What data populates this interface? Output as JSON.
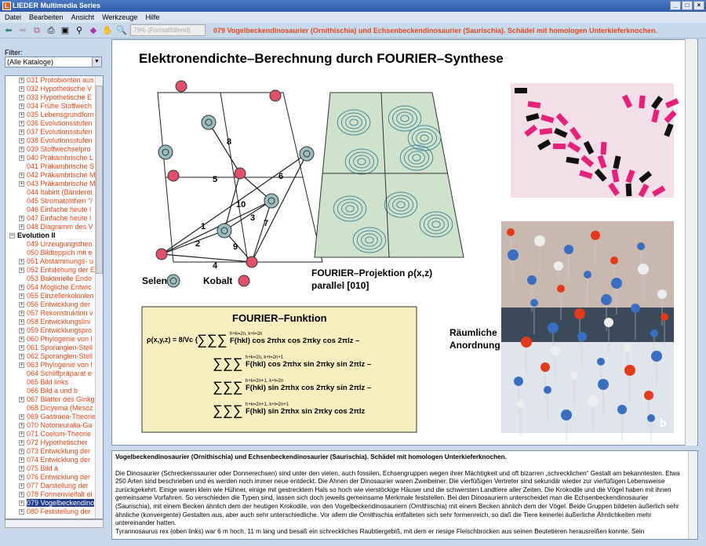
{
  "window": {
    "title": "LIEDER Multimedia Series",
    "app_icon": "L",
    "controls": [
      "_",
      "□",
      "×"
    ]
  },
  "menu": [
    "Datei",
    "Bearbeiten",
    "Ansicht",
    "Werkzeuge",
    "Hilfe"
  ],
  "toolbar": {
    "zoom_value": "79% (Formatfüllend)",
    "headline": "079 Vogelbeckendinosaurier (Ornithischia) und Echsenbeckendinosaurier (Saurischia). Schädel mit homologen Unterkieferknochen."
  },
  "sidebar": {
    "filter_label": "Filter:",
    "filter_value": "(Alle Kataloge)",
    "items": [
      {
        "t": "031 Protobionten aus",
        "e": true
      },
      {
        "t": "032 Hypothetische V",
        "e": true
      },
      {
        "t": "033 Hypothetische E",
        "e": true
      },
      {
        "t": "034 Frühe Stoffwech",
        "e": true
      },
      {
        "t": "035 Lebensgrundforn",
        "e": true
      },
      {
        "t": "036 Evolutionsstufen",
        "e": true
      },
      {
        "t": "037 Evolutionsstufen",
        "e": true
      },
      {
        "t": "038 Evolutionsstufen",
        "e": true
      },
      {
        "t": "039 Stoffwechselpro",
        "e": true
      },
      {
        "t": "040 Präkambrische L",
        "e": true
      },
      {
        "t": "041 Präkambrische S",
        "e": false
      },
      {
        "t": "042 Präkambrische M",
        "e": true
      },
      {
        "t": "043 Präkambrische M",
        "e": true
      },
      {
        "t": "044 Itabirit (Bänderei",
        "e": false
      },
      {
        "t": "045 Stromatolithen \"/",
        "e": false
      },
      {
        "t": "046 Einfache heute l",
        "e": false
      },
      {
        "t": "047 Einfache heute l",
        "e": true
      },
      {
        "t": "048 Diagramm des V",
        "e": true
      },
      {
        "t": "Evolution II",
        "e": true,
        "group": true
      },
      {
        "t": "049 Urzeugungstheo",
        "e": false
      },
      {
        "t": "050 Bildteppich mit e",
        "e": false
      },
      {
        "t": "051 Abstammungs- u",
        "e": true
      },
      {
        "t": "052 Entstehung der E",
        "e": true
      },
      {
        "t": "053 Bakterielle Endo",
        "e": false
      },
      {
        "t": "054 Mögliche Entwic",
        "e": true
      },
      {
        "t": "055 Einzellerkolonien",
        "e": true
      },
      {
        "t": "056 Entwicklung der",
        "e": true
      },
      {
        "t": "057 Rekonstruktion v",
        "e": true
      },
      {
        "t": "058 Entwicklungslini",
        "e": true
      },
      {
        "t": "059 Entwicklungspro",
        "e": true
      },
      {
        "t": "060 Phylogenie von l",
        "e": true
      },
      {
        "t": "061 Sporangien-Stell",
        "e": true
      },
      {
        "t": "062 Sporangien-Stell",
        "e": true
      },
      {
        "t": "063 Phylogenie von l",
        "e": true
      },
      {
        "t": "064 Schliffpräparat e",
        "e": false
      },
      {
        "t": "065 Bild links",
        "e": false
      },
      {
        "t": "066 Bild a und b",
        "e": false
      },
      {
        "t": "067 Blätter des Ginkg",
        "e": true
      },
      {
        "t": "068 Dicyema (Mesoz",
        "e": false
      },
      {
        "t": "069 Gastraea-Theorie",
        "e": true
      },
      {
        "t": "070 Notoneuralia-Ga",
        "e": true
      },
      {
        "t": "071 Coelom-Theorie",
        "e": true
      },
      {
        "t": "072 Hypothetischer",
        "e": true
      },
      {
        "t": "073 Entwicklung der",
        "e": true
      },
      {
        "t": "074 Entwicklung der",
        "e": true
      },
      {
        "t": "075 Bild a",
        "e": true
      },
      {
        "t": "076 Entwicklung der",
        "e": true
      },
      {
        "t": "077 Darstellung der",
        "e": true
      },
      {
        "t": "078 Formenvielfalt ei",
        "e": true
      },
      {
        "t": "079 Vogelbeckendino",
        "e": true,
        "selected": true
      },
      {
        "t": "080 Feststellung der",
        "e": true
      }
    ]
  },
  "figure": {
    "title": "Elektronendichte–Berechnung durch FOURIER–Synthese",
    "legend_selen": "Selen",
    "legend_kobalt": "Kobalt",
    "lattice_labels": [
      "1",
      "2",
      "3",
      "4",
      "5",
      "6",
      "7",
      "8",
      "9",
      "10"
    ],
    "projection_caption_1": "FOURIER–Projektion ρ(x,z)",
    "projection_caption_2": "parallel [010]",
    "spatial_caption_1": "Räumliche",
    "spatial_caption_2": "Anordnung",
    "photo_label": "b",
    "formula_title": "FOURIER–Funktion",
    "formula_lhs": "ρ(x,y,z) = 8/Vc {",
    "formula_lines": [
      {
        "sup": "h+k=2n, k+l=2n",
        "expr": "F(hkl) cos 2πhx cos 2πky cos 2πlz –"
      },
      {
        "sup": "h+k=2n, k+l=2n+1",
        "expr": "F(hkl) cos 2πhx sin 2πky sin 2πlz –"
      },
      {
        "sup": "h+k=2n+1, k+l=2n",
        "expr": "F(hkl) sin 2πhx cos 2πky sin 2πlz –"
      },
      {
        "sup": "h+k=2n+1, k+l=2n+1",
        "expr": "F(hkl) sin 2πhx sin 2πky cos 2πlz"
      }
    ]
  },
  "text": {
    "title": "Vogelbeckendinosaurier (Ornithischia) und Echsenbeckendinosaurier (Saurischia). Schädel mit homologen Unterkieferknochen.",
    "body": "Die Dinosaurier (Schreckenssaurier oder Donnerechsen) sind unter den vielen, auch fossilen, Echsengruppen wegen ihrer Mächtigkeit und oft bizarren „schrecklichen“ Gestalt am bekanntesten. Etwa 250 Arten sind beschrieben und es werden noch immer neue entdeckt. Die Ahnen der Dinosaurier waren Zweibeiner. Die vierfüßigen Vertreter sind sekundär wieder zur vierfüßigen Lebensweise zurückgekehrt. Einige waren klein wie Hühner, einige mit gestrecktem Hals so hoch wie vierstöckige Häuser und die schwersten Landtiere aller Zeiten. Die Krokodile und die Vögel haben mit ihnen gemeinsame Vorfahren. So verschieden die Typen sind, lassen sich doch jeweils gemeinsame Merkmale feststellen. Bei den Dinosauriern unterscheidet man die Echsenbeckendinosaurier (Saurischia), mit einem Becken ähnlich dem der heutigen Krokodile, von den Vogelbeckendinosauriern (Ornithischia) mit einem Becken ähnlich dem der Vögel. Beide Gruppen bildeten äußerlich sehr ähnliche (konvergente) Gestalten aus, aber auch sehr unterschiedliche. Vor allem die Ornithischia entfalteten sich sehr formenreich, so daß die Tiere keinerlei äußerliche Ähnlichkeiten mehr untereinander hatten.",
    "body_cut": "Tyrannosaurus rex (oben links) war 6 m hoch, 11 m lang und besaß ein schreckliches Raubtiergebiß, mit dem er riesige Fleischbrocken aus seinen Beutetieren herausreißen konnte. Sein"
  },
  "colors": {
    "accent": "#e0491d",
    "selection": "#1f3a8a",
    "selen": "#9bbcc0",
    "kobalt": "#e0506a",
    "formula_bg": "#f7efc0"
  }
}
